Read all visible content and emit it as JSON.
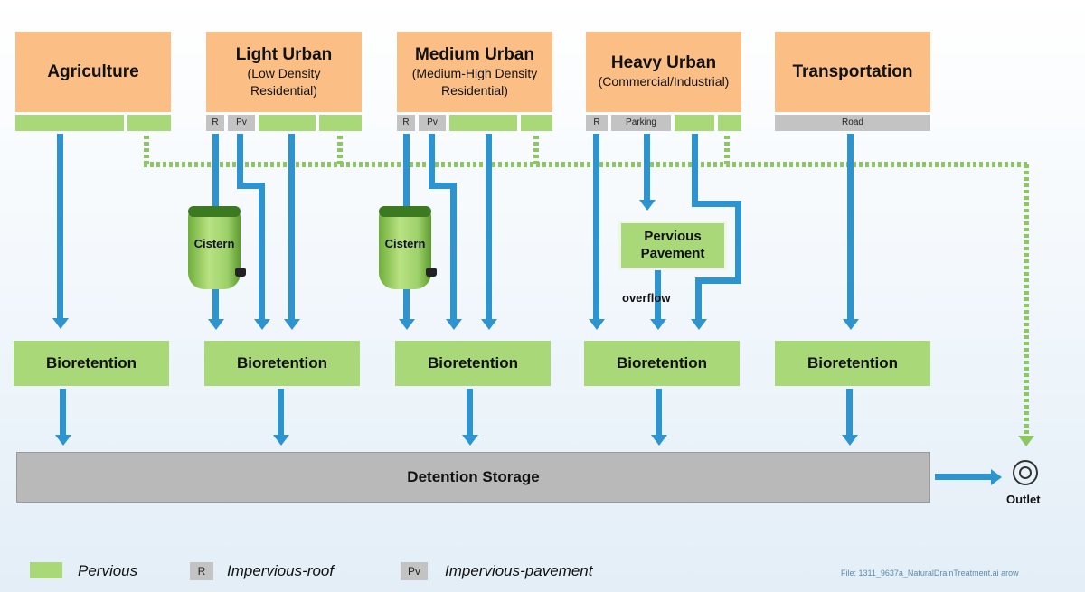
{
  "land_uses": [
    {
      "id": "agriculture",
      "title": "Agriculture",
      "subtitle": ""
    },
    {
      "id": "light-urban",
      "title": "Light Urban",
      "subtitle": "(Low Density Residential)"
    },
    {
      "id": "medium-urban",
      "title": "Medium Urban",
      "subtitle": "(Medium-High Density Residential)"
    },
    {
      "id": "heavy-urban",
      "title": "Heavy Urban",
      "subtitle": "(Commercial/Industrial)"
    },
    {
      "id": "transportation",
      "title": "Transportation",
      "subtitle": ""
    }
  ],
  "strip_labels": {
    "roof": "R",
    "pavement": "Pv",
    "parking": "Parking",
    "road": "Road"
  },
  "bioretention_label": "Bioretention",
  "cistern_label": "Cistern",
  "pervious_pavement_label": "Pervious Pavement",
  "overflow_label": "overflow",
  "detention_label": "Detention Storage",
  "outlet_label": "Outlet",
  "legend": {
    "pervious": "Pervious",
    "roof_code": "R",
    "roof": "Impervious-roof",
    "pavement_code": "Pv",
    "pavement": "Impervious-pavement"
  },
  "file_label": "File: 1311_9637a_NaturalDrainTreatment.ai  arow",
  "colors": {
    "land_use": "#fbbf86",
    "pervious": "#a8d877",
    "impervious": "#c3c3c3",
    "flow_arrow": "#2d94d0",
    "detention": "#b9b9b9"
  }
}
